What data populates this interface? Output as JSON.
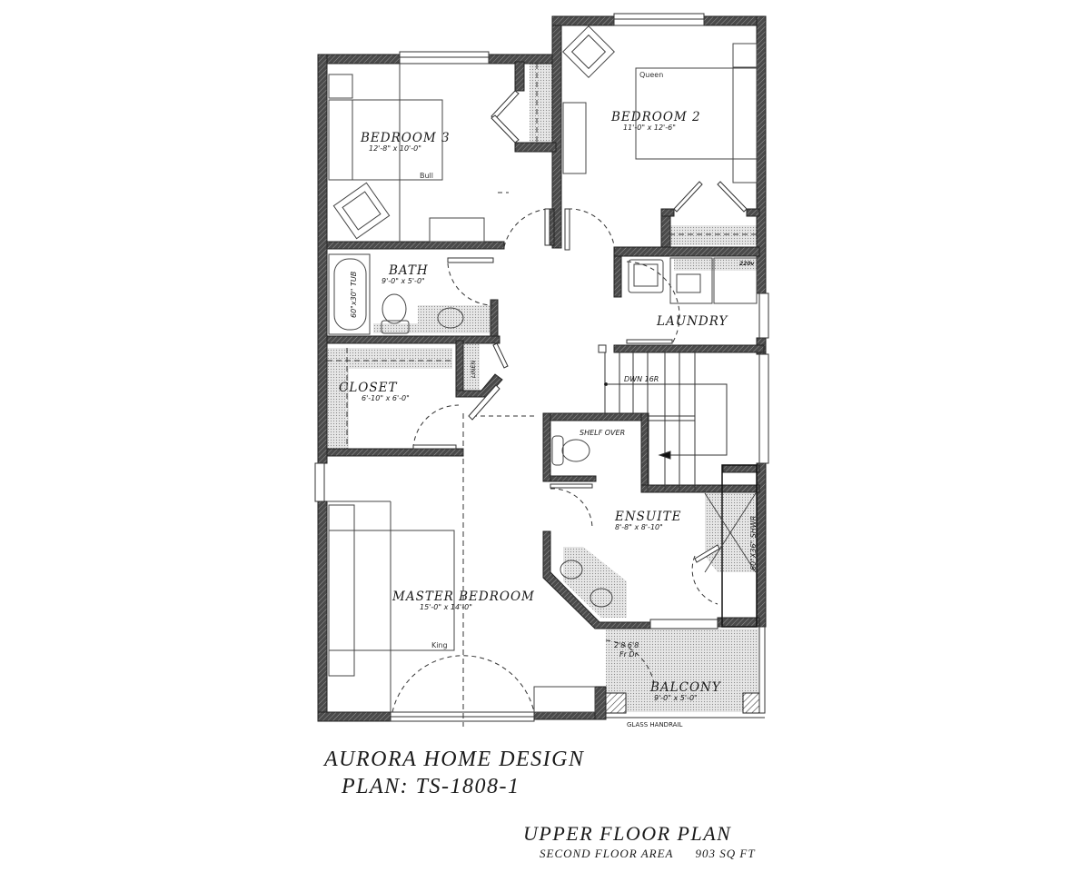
{
  "plan": {
    "company": "AURORA HOME DESIGN",
    "plan_number": "PLAN: TS-1808-1",
    "floor_title": "UPPER FLOOR PLAN",
    "area_label": "SECOND FLOOR AREA",
    "area_value": "903 SQ FT"
  },
  "rooms": {
    "bedroom3": {
      "name": "BEDROOM 3",
      "dims": "12'-8\" x 10'-0\"",
      "bed": "Bull"
    },
    "bedroom2": {
      "name": "BEDROOM 2",
      "dims": "11'-0\" x 12'-6\"",
      "bed": "Queen"
    },
    "bath": {
      "name": "BATH",
      "dims": "9'-0\" x 5'-0\"",
      "tub": "60\"x30\" TUB"
    },
    "laundry": {
      "name": "LAUNDRY",
      "dryer_note": "220v"
    },
    "closet": {
      "name": "CLOSET",
      "dims": "6'-10\" x 6'-0\"",
      "linen": "LINEN"
    },
    "ensuite": {
      "name": "ENSUITE",
      "dims": "8'-8\" x 8'-10\"",
      "shelf": "SHELF OVER",
      "shower": "60\"X36\" SHWR"
    },
    "master": {
      "name": "MASTER BEDROOM",
      "dims": "15'-0\" x 14'-0\"",
      "bed": "King"
    },
    "balcony": {
      "name": "BALCONY",
      "dims": "9'-0\" x 5'-0\"",
      "door": "2'8 6'8",
      "door_type": "Fr Dr",
      "handrail": "GLASS HANDRAIL"
    },
    "stairs": {
      "label": "DWN 16R"
    }
  },
  "colors": {
    "wall": "#3a3a3a",
    "line": "#222222",
    "tile": "#d8d8d8",
    "background": "#ffffff"
  }
}
